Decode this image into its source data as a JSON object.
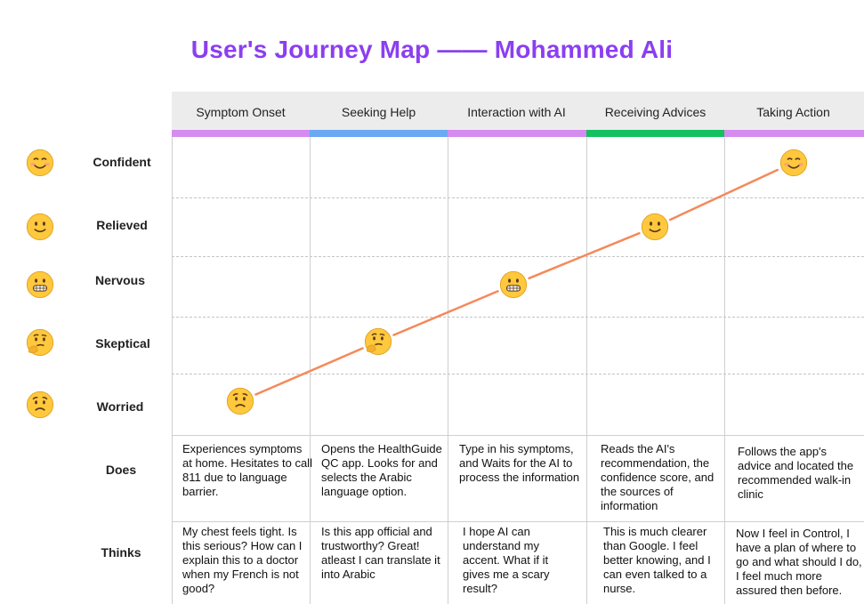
{
  "title": "User's Journey Map —— Mohammed Ali",
  "stages": [
    {
      "label": "Symptom Onset",
      "color": "#d58cf0"
    },
    {
      "label": "Seeking Help",
      "color": "#6aa9f4"
    },
    {
      "label": "Interaction with AI",
      "color": "#d58cf0"
    },
    {
      "label": "Receiving Advices",
      "color": "#14c060"
    },
    {
      "label": "Taking Action",
      "color": "#d58cf0"
    }
  ],
  "emotions": [
    {
      "label": "Confident",
      "icon": "smiling-blush-face-icon"
    },
    {
      "label": "Relieved",
      "icon": "slight-smile-face-icon"
    },
    {
      "label": "Nervous",
      "icon": "grimacing-face-icon"
    },
    {
      "label": "Skeptical",
      "icon": "thinking-face-icon"
    },
    {
      "label": "Worried",
      "icon": "worried-face-icon"
    }
  ],
  "journey": [
    {
      "stage": "Symptom Onset",
      "emotion": "Worried"
    },
    {
      "stage": "Seeking Help",
      "emotion": "Skeptical"
    },
    {
      "stage": "Interaction with AI",
      "emotion": "Nervous"
    },
    {
      "stage": "Receiving Advices",
      "emotion": "Relieved"
    },
    {
      "stage": "Taking Action",
      "emotion": "Confident"
    }
  ],
  "line_color": "#f5895a",
  "rows": {
    "does_label": "Does",
    "thinks_label": "Thinks",
    "does": [
      "Experiences symptoms at home. Hesitates to call 811 due to language barrier.",
      "Opens the HealthGuide QC app. Looks for and selects the Arabic language option.",
      "Type in his symptoms, and Waits for the AI to process the information",
      "Reads the AI's recommendation, the confidence score, and the sources of information",
      "Follows the app's advice and located the recommended walk-in clinic"
    ],
    "thinks": [
      "My chest feels tight. Is this serious? How can I explain this to a doctor when my French is not good?",
      "Is this app official and trustworthy? Great! atleast I can translate it into Arabic",
      "I hope AI can understand my accent. What if it gives me a scary result?",
      "This is much clearer than Google. I feel better knowing, and I can even talked to a nurse.",
      "Now I feel in Control, I have a plan of where to go and what should I do, I feel much more assured then before."
    ]
  }
}
